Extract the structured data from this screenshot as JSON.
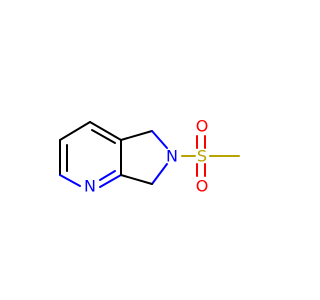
{
  "molecule": {
    "atoms": {
      "pyridine_n": {
        "label": "N",
        "color": "#0000ff"
      },
      "pyrrolidine_n": {
        "label": "N",
        "color": "#0000ff"
      },
      "sulfur": {
        "label": "S",
        "color": "#b8a400"
      },
      "oxygen_top": {
        "label": "O",
        "color": "#ff0000"
      },
      "oxygen_bottom": {
        "label": "O",
        "color": "#ff0000"
      }
    },
    "bond_color": "#000000"
  }
}
